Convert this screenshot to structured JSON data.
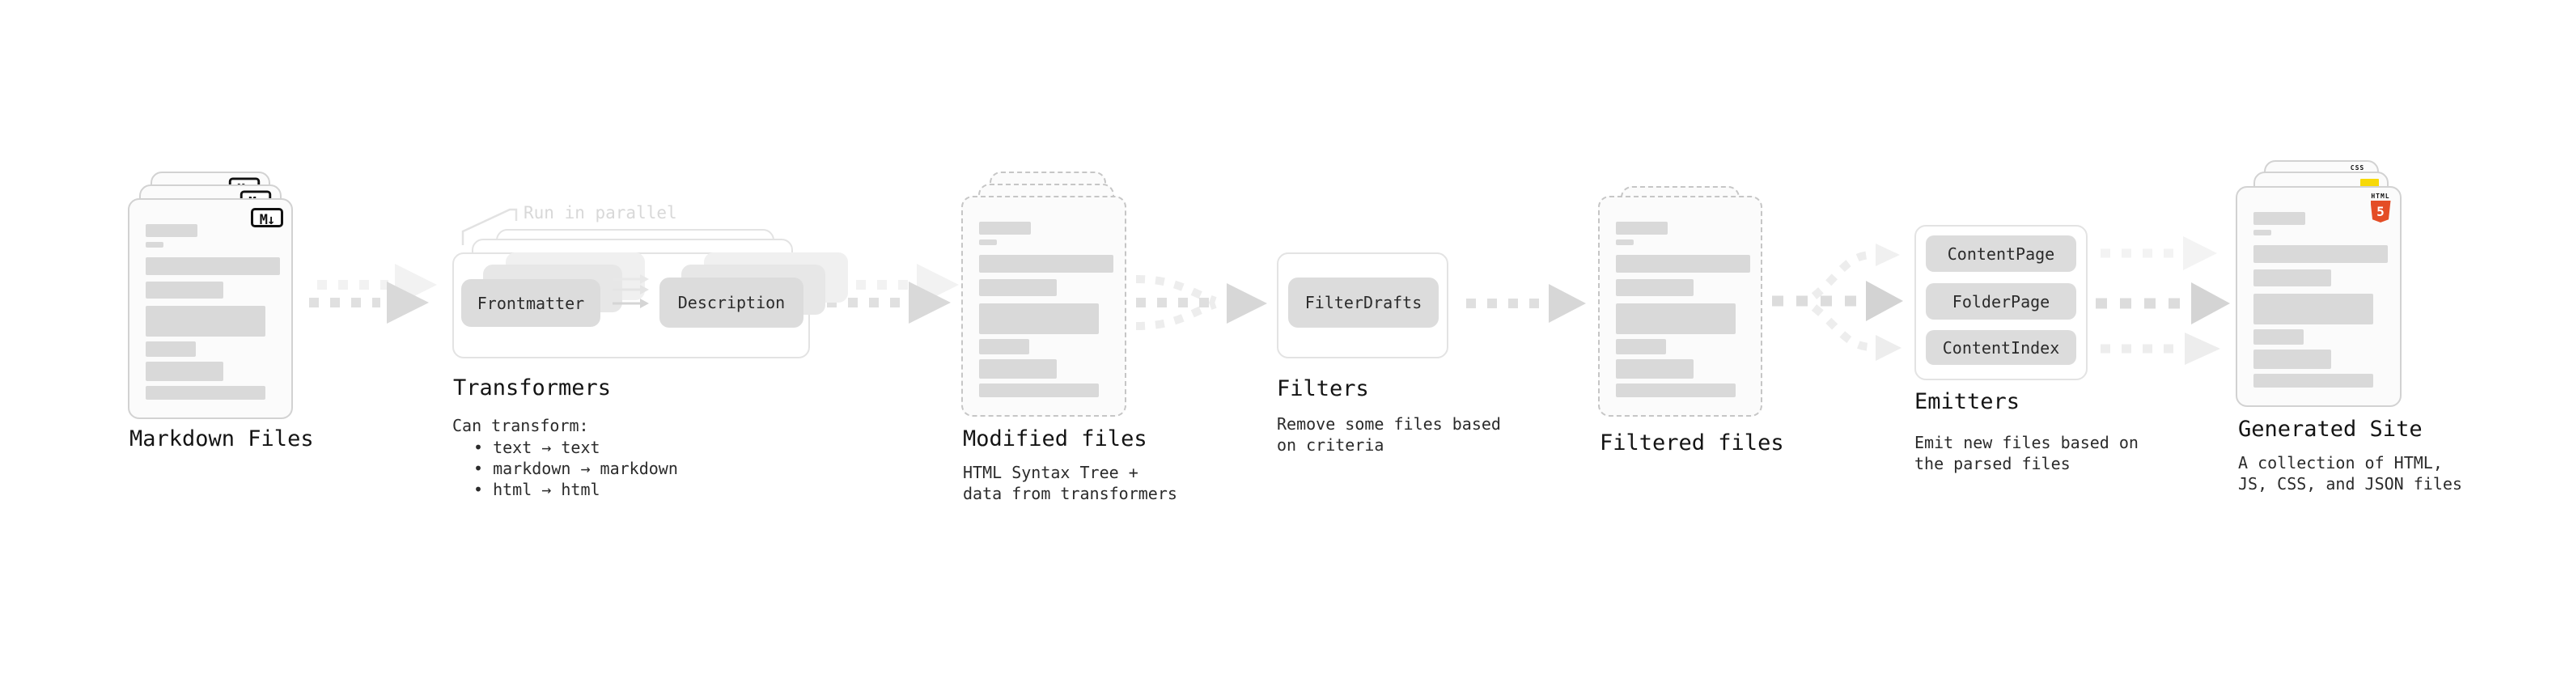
{
  "diagram": {
    "stages": {
      "markdown": {
        "label": "Markdown Files",
        "file_icon": "M↓"
      },
      "transformers": {
        "heading": "Transformers",
        "note": "Run in parallel",
        "input_box": "Frontmatter",
        "output_box": "Description",
        "desc_title": "Can transform:",
        "bullets": [
          "• text → text",
          "• markdown → markdown",
          "• html → html"
        ]
      },
      "modified": {
        "label": "Modified files",
        "subtitle": "HTML Syntax Tree +\ndata from transformers"
      },
      "filters": {
        "heading": "Filters",
        "box": "FilterDrafts",
        "subtitle": "Remove some files based\non criteria"
      },
      "filtered": {
        "label": "Filtered files"
      },
      "emitters": {
        "heading": "Emitters",
        "boxes": [
          "ContentPage",
          "FolderPage",
          "ContentIndex"
        ],
        "subtitle": "Emit new files based on\nthe parsed files"
      },
      "generated": {
        "label": "Generated Site",
        "subtitle": "A collection of HTML,\nJS, CSS, and JSON files",
        "html5_label": "HTML",
        "html5_number": "5",
        "css_label": "CSS"
      }
    },
    "colors": {
      "html5_orange": "#e44d26",
      "css_blue": "#2965f1",
      "js_yellow": "#f7d908"
    }
  }
}
